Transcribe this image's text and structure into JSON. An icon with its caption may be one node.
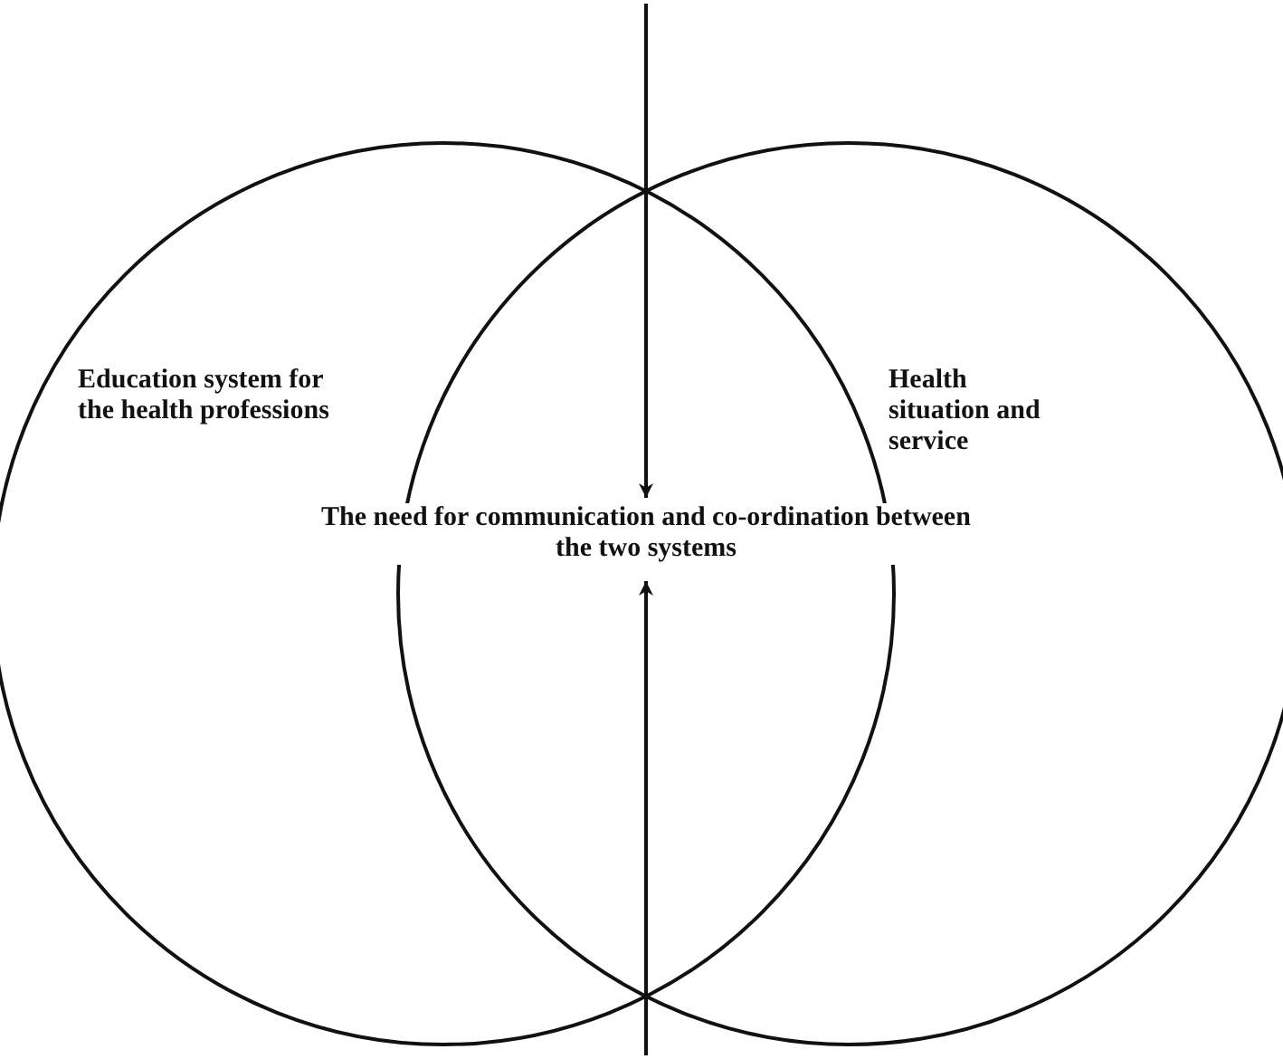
{
  "diagram": {
    "nodes": [
      {
        "text": [
          "Education system for the health professions"
        ]
      },
      {
        "text": [
          "Health situation and service"
        ]
      },
      {
        "text": [
          "The need for communication and co-ordination between the two systems"
        ]
      }
    ],
    "edges": [
      {
        "from": null,
        "to": 2,
        "arrow": "to"
      },
      {
        "from": null,
        "to": 2,
        "arrow": "to"
      }
    ]
  }
}
